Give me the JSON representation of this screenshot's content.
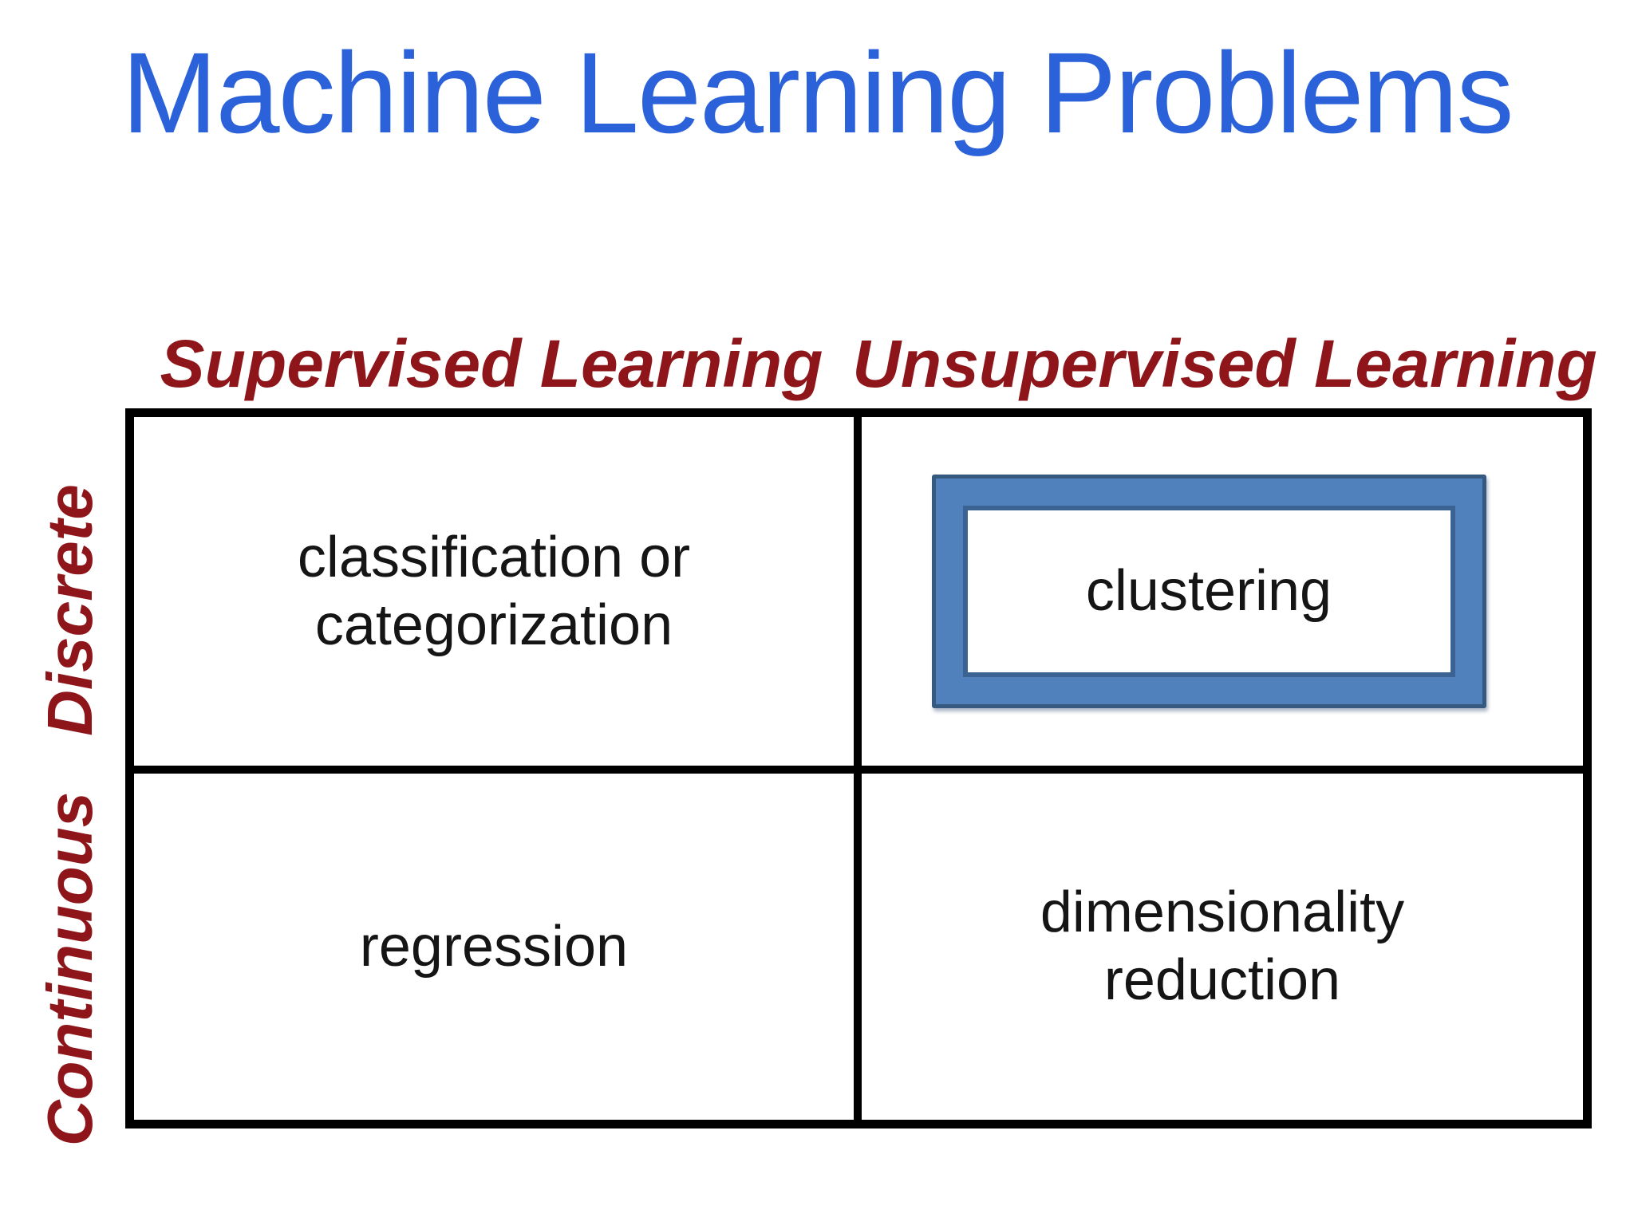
{
  "title": "Machine Learning Problems",
  "matrix": {
    "columns": [
      "Supervised Learning",
      "Unsupervised Learning"
    ],
    "rows": [
      "Discrete",
      "Continuous"
    ],
    "cells": [
      [
        "classification or\ncategorization",
        "clustering"
      ],
      [
        "regression",
        "dimensionality\nreduction"
      ]
    ],
    "highlighted_cell": "clustering"
  },
  "colors": {
    "title_blue": "#2B62D9",
    "header_red": "#8E1519",
    "cell_text": "#151515",
    "grid_line": "#000000",
    "highlight_fill": "#5081BD",
    "highlight_edge": "#3A6292",
    "highlight_outer_edge": "#35597F"
  }
}
